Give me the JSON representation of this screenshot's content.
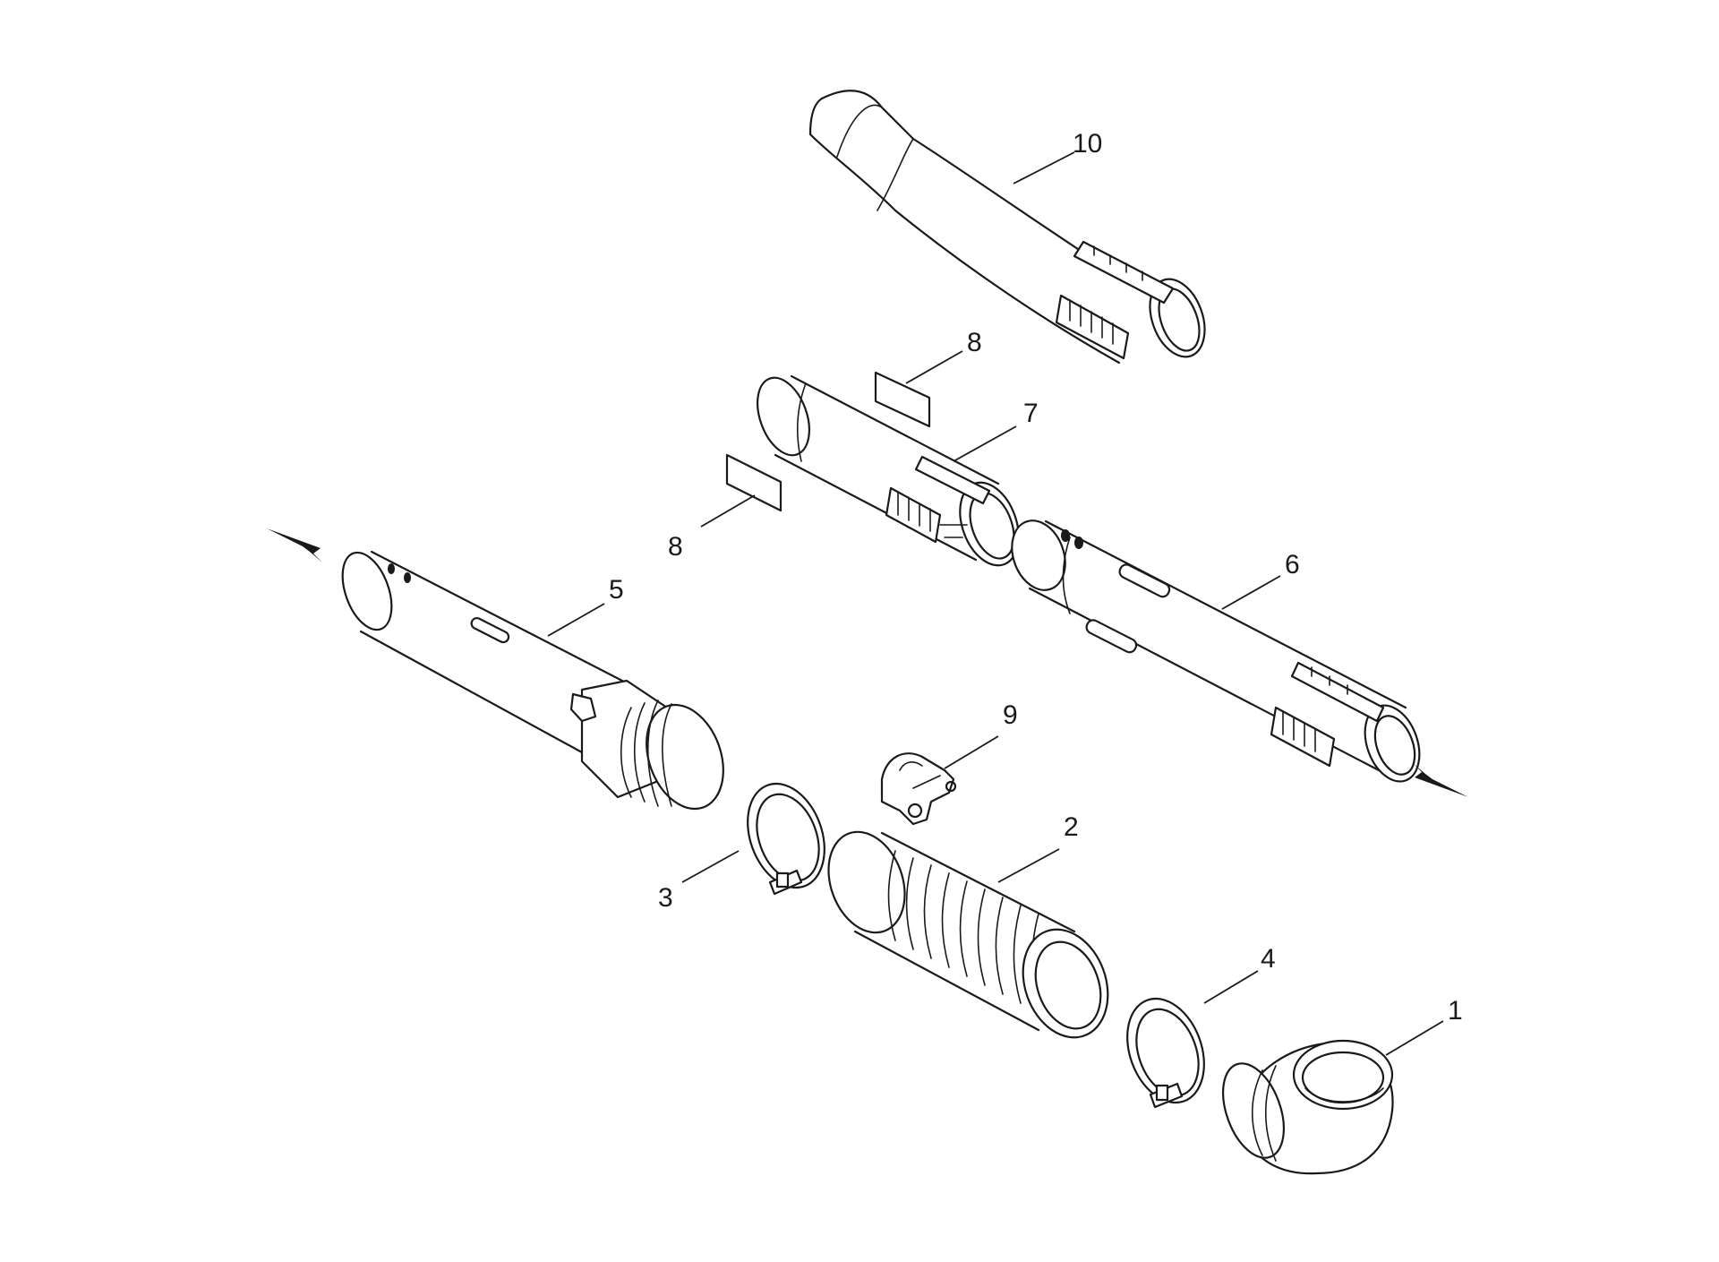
{
  "callouts": {
    "c1": "1",
    "c2": "2",
    "c3": "3",
    "c4": "4",
    "c5": "5",
    "c6": "6",
    "c7": "7",
    "c8a": "8",
    "c8b": "8",
    "c9": "9",
    "c10": "10"
  },
  "colors": {
    "line": "#1a1a1a",
    "background": "#ffffff"
  }
}
